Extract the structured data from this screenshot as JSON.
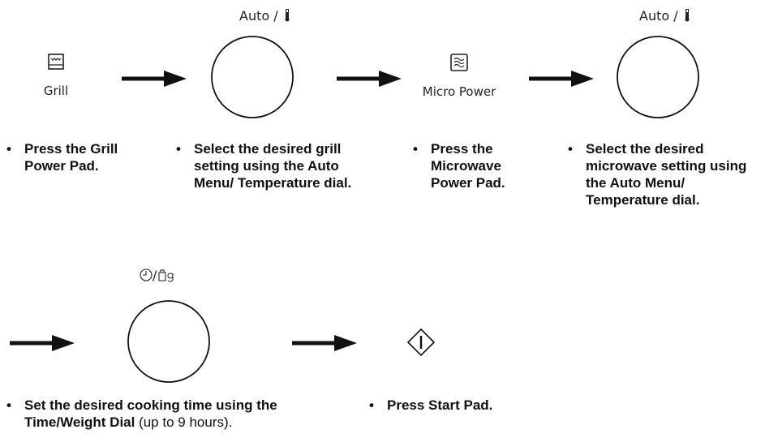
{
  "grill_pad": {
    "label": "Grill",
    "icon": "grill-icon"
  },
  "auto_dial_label": "Auto /",
  "micro_pad": {
    "label": "Micro Power",
    "icon": "microwave-icon"
  },
  "time_dial_label": "/",
  "start_pad": {
    "icon": "start-icon"
  },
  "bullet": "•",
  "steps": {
    "s1": "Press the Grill Power Pad.",
    "s2": "Select the desired grill setting using the Auto Menu/ Temperature dial.",
    "s3": "Press the Microwave Power Pad.",
    "s4": "Select the desired microwave setting using the Auto Menu/ Temperature dial.",
    "s5_bold": "Set the desired cooking time using the Time/Weight Dial",
    "s5_normal": " (up to 9 hours).",
    "s6": "Press Start Pad."
  }
}
